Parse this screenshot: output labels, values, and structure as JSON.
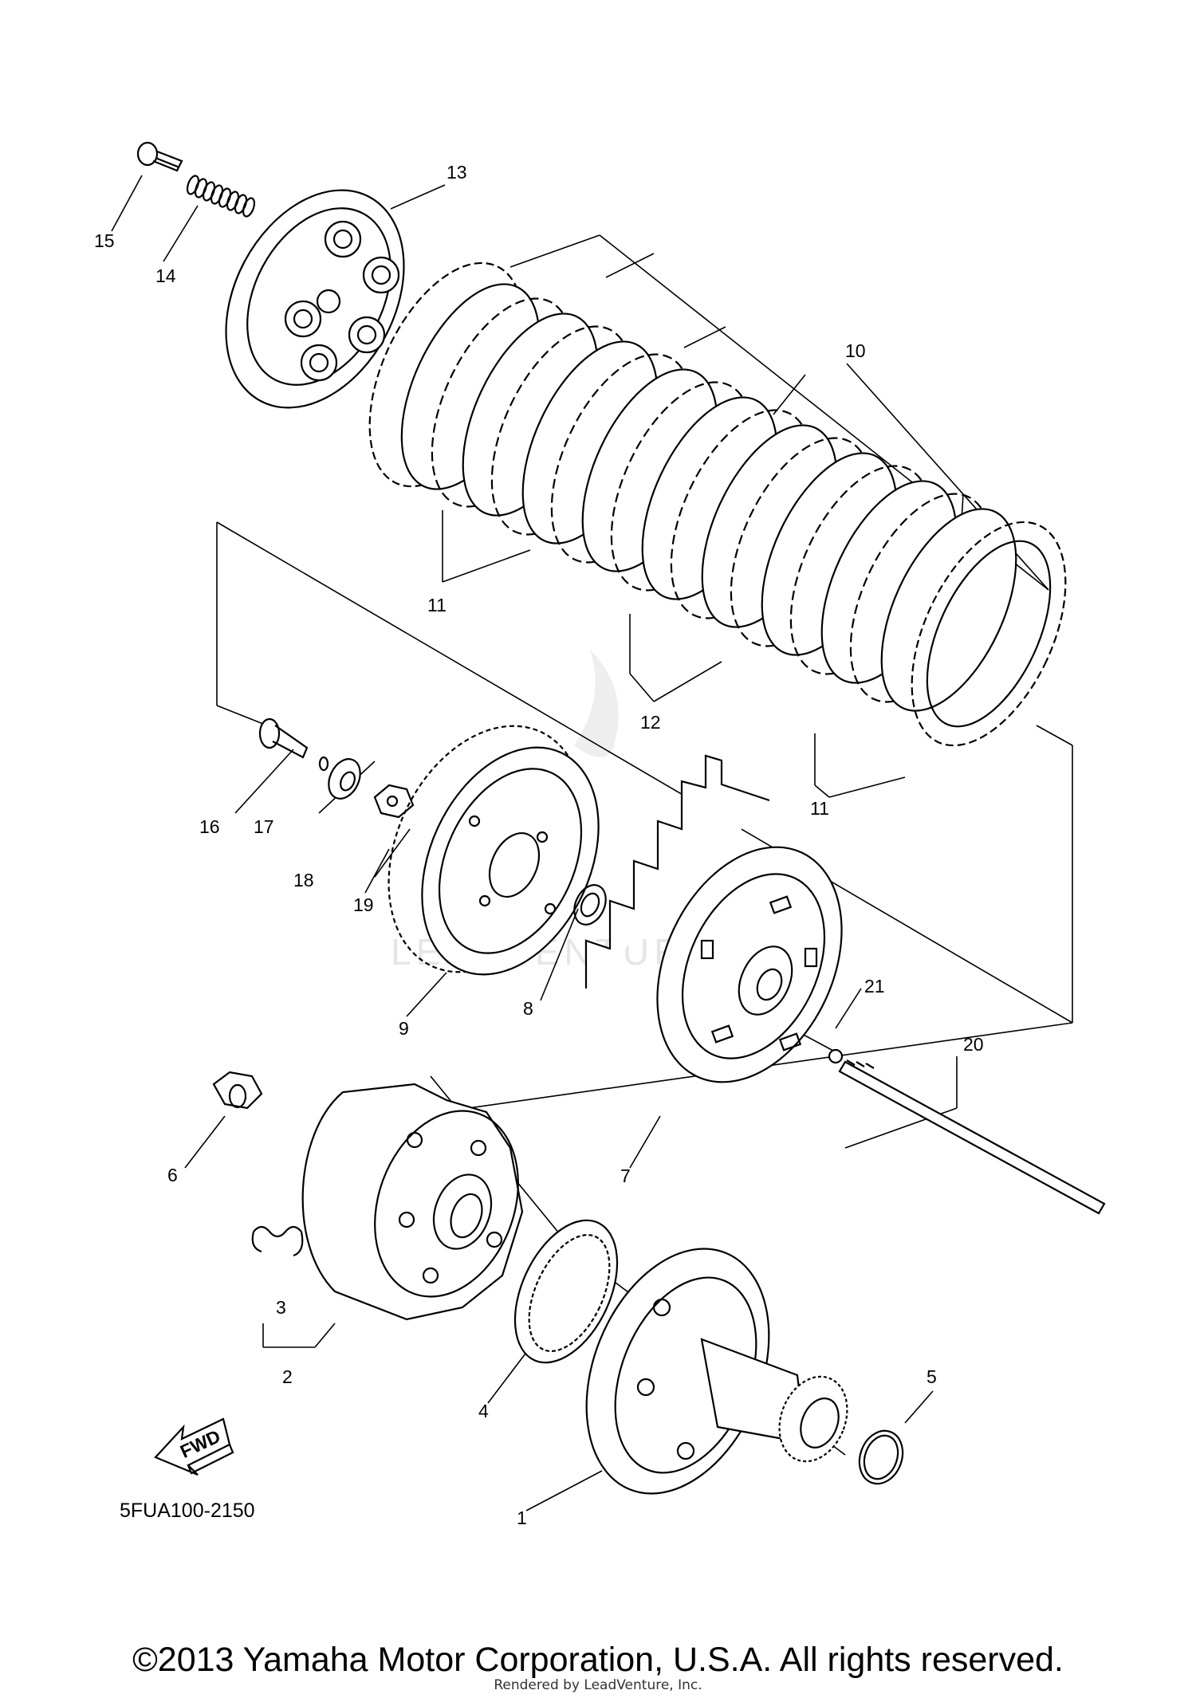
{
  "diagram": {
    "code": "5FUA100-2150",
    "fwd_label": "FWD",
    "watermark": "LEADVENTURE",
    "callouts": [
      "1",
      "2",
      "3",
      "4",
      "5",
      "6",
      "7",
      "8",
      "9",
      "10",
      "11",
      "12",
      "13",
      "14",
      "15",
      "16",
      "17",
      "18",
      "19",
      "20",
      "21"
    ],
    "callout_11_repeat": "11"
  },
  "footer": {
    "copyright": "©2013 Yamaha Motor Corporation, U.S.A. All rights reserved.",
    "rendered_by": "Rendered by LeadVenture, Inc."
  }
}
